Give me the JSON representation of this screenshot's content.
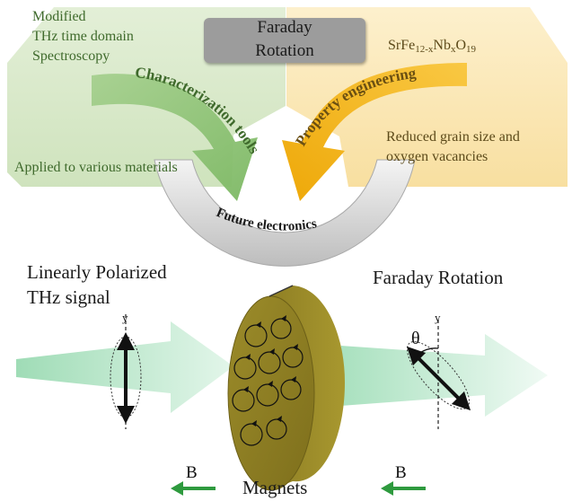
{
  "center_box": {
    "line1": "Faraday",
    "line2": "Rotation"
  },
  "left_panel": {
    "line1": "Modified",
    "line2": "THz time domain",
    "line3": "Spectroscopy",
    "arrow_label": "Characterization tools",
    "bottom_text": "Applied to various materials"
  },
  "right_panel": {
    "formula": {
      "base": "SrFe",
      "sub1": "12-x",
      "mid": "Nb",
      "sub2": "x",
      "o": "O",
      "sub3": "19"
    },
    "arrow_label": "Property engineering",
    "line1": "Reduced grain size and",
    "line2": "oxygen vacancies"
  },
  "arc_label": "Future electronics",
  "lower": {
    "left_title_1": "Linearly Polarized",
    "left_title_2": "THz signal",
    "right_title": "Faraday Rotation",
    "axis_y": "y",
    "theta": "θ",
    "field_label": "B",
    "magnets_label": "Magnets"
  },
  "colors": {
    "green_panel": "#d6e8c6",
    "yellow_panel": "#fbe7b4",
    "green_arrow": "#8ec27a",
    "yellow_arrow": "#f3b21b",
    "magnet": "#8a7a22",
    "field_arrow": "#2e9a3e",
    "beam": "#b6e6c8"
  }
}
